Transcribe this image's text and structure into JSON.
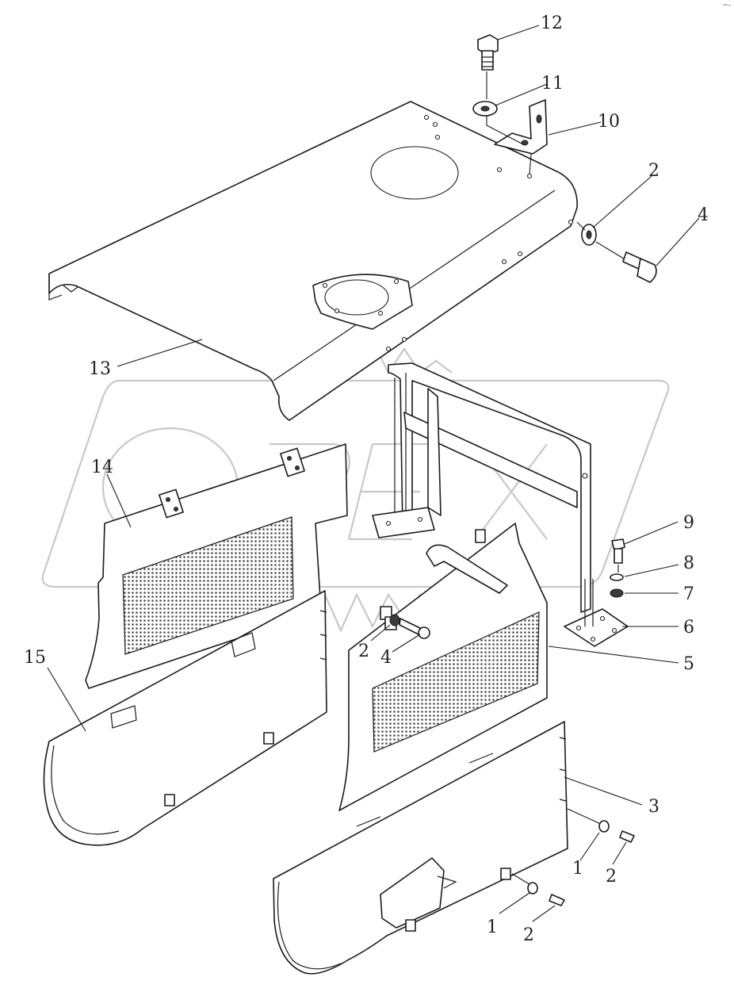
{
  "corner_mark": "~-",
  "colors": {
    "line": "#1a1a1a",
    "watermark": "#9a9a9a",
    "background": "#ffffff",
    "corner_mark": "#1b3fa0"
  },
  "callouts": [
    {
      "id": "c12",
      "text": "12"
    },
    {
      "id": "c11",
      "text": "11"
    },
    {
      "id": "c10",
      "text": "10"
    },
    {
      "id": "c2a",
      "text": "2"
    },
    {
      "id": "c4a",
      "text": "4"
    },
    {
      "id": "c13",
      "text": "13"
    },
    {
      "id": "c14",
      "text": "14"
    },
    {
      "id": "c9",
      "text": "9"
    },
    {
      "id": "c8",
      "text": "8"
    },
    {
      "id": "c7",
      "text": "7"
    },
    {
      "id": "c6",
      "text": "6"
    },
    {
      "id": "c5",
      "text": "5"
    },
    {
      "id": "c2b",
      "text": "2"
    },
    {
      "id": "c4b",
      "text": "4"
    },
    {
      "id": "c15",
      "text": "15"
    },
    {
      "id": "c3",
      "text": "3"
    },
    {
      "id": "c1a",
      "text": "1"
    },
    {
      "id": "c2c",
      "text": "2"
    },
    {
      "id": "c1b",
      "text": "1"
    },
    {
      "id": "c2d",
      "text": "2"
    }
  ]
}
